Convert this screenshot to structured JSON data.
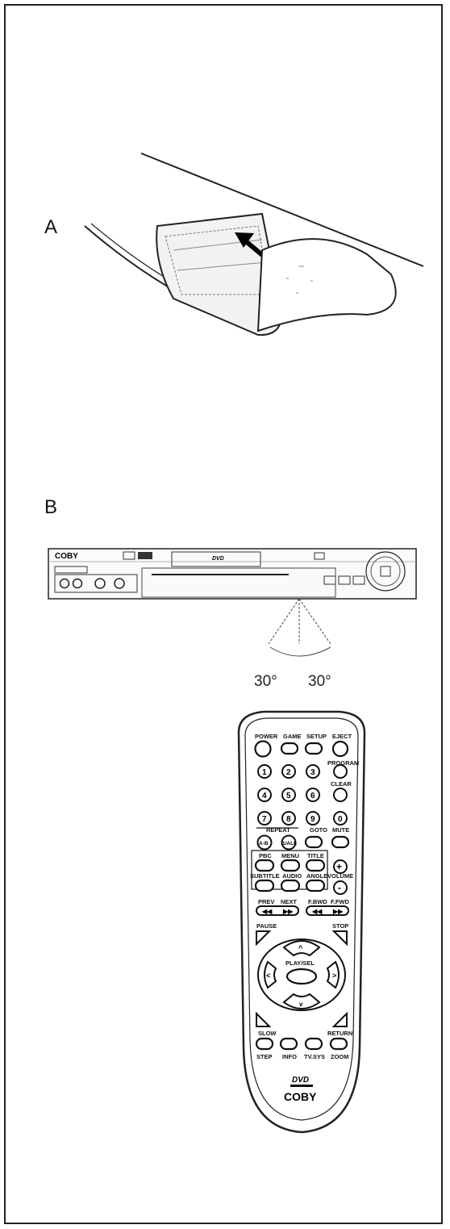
{
  "labels": {
    "a": "A",
    "b": "B"
  },
  "angles": {
    "left": "30°",
    "right": "30°"
  },
  "player": {
    "brand": "COBY",
    "tray_label": "DVD"
  },
  "remote": {
    "buttons": {
      "power": "POWER",
      "game": "GAME",
      "setup": "SETUP",
      "eject": "EJECT",
      "program": "PROGRAM",
      "clear": "CLEAR",
      "n1": "1",
      "n2": "2",
      "n3": "3",
      "n4": "4",
      "n5": "5",
      "n6": "6",
      "n7": "7",
      "n8": "8",
      "n9": "9",
      "n0": "0",
      "repeat": "REPEAT",
      "ab": "A-B",
      "one_all": "1/ALL",
      "goto": "GOTO",
      "mute": "MUTE",
      "pbc": "PBC",
      "menu": "MENU",
      "title": "TITLE",
      "subtitle": "SUBTITLE",
      "audio": "AUDIO",
      "angle": "ANGLE",
      "volume": "VOLUME",
      "vol_up": "+",
      "vol_down": "-",
      "prev": "PREV",
      "next": "NEXT",
      "fbwd": "F.BWD",
      "ffwd": "F.FWD",
      "pause": "PAUSE",
      "stop": "STOP",
      "playsel": "PLAY/SEL",
      "up": "^",
      "down": "v",
      "left": "<",
      "right": ">",
      "slow": "SLOW",
      "return": "RETURN",
      "step": "STEP",
      "info": "INFO",
      "tvsys": "TV.SYS",
      "zoom": "ZOOM"
    },
    "logo": "DVD",
    "brand": "COBY"
  }
}
